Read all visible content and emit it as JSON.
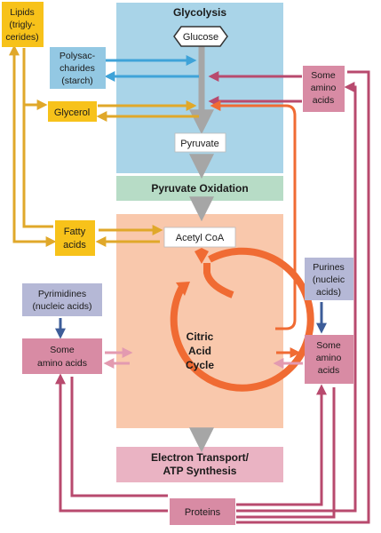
{
  "sections": {
    "glycolysis": "Glycolysis",
    "pyruvate_oxidation": "Pyruvate Oxidation",
    "citric_acid_cycle": [
      "Citric",
      "Acid",
      "Cycle"
    ],
    "electron_transport": [
      "Electron Transport/",
      "ATP Synthesis"
    ]
  },
  "nodes": {
    "glucose": "Glucose",
    "pyruvate": "Pyruvate",
    "acetyl_coa": "Acetyl CoA",
    "lipids": [
      "Lipids",
      "(trigly-",
      "cerides)"
    ],
    "polysaccharides": [
      "Polysac-",
      "charides",
      "(starch)"
    ],
    "glycerol": "Glycerol",
    "fatty_acids": [
      "Fatty",
      "acids"
    ],
    "amino_top_right": [
      "Some",
      "amino",
      "acids"
    ],
    "purines": [
      "Purines",
      "(nucleic",
      "acids)"
    ],
    "pyrimidines": [
      "Pyrimidines",
      "(nucleic acids)"
    ],
    "amino_left": [
      "Some",
      "amino acids"
    ],
    "amino_right": [
      "Some",
      "amino",
      "acids"
    ],
    "proteins": "Proteins"
  },
  "colors": {
    "glycolysis_bg": "#a9d4e8",
    "oxidation_bg": "#b7dcc6",
    "cycle_bg": "#f9c8ac",
    "electron_bg": "#eab3c3",
    "lipid_yellow": "#f7c21a",
    "lipid_arrow": "#e0a82a",
    "carb_blue": "#93c8e3",
    "carb_arrow": "#3fa3d8",
    "amino_pink": "#d88ba4",
    "amino_arrow": "#b84a6e",
    "nucleic_purple": "#b5b8d6",
    "nucleic_arrow": "#3d5d99",
    "cycle_orange": "#f06b33",
    "gray_arrow": "#a6a6a6"
  }
}
